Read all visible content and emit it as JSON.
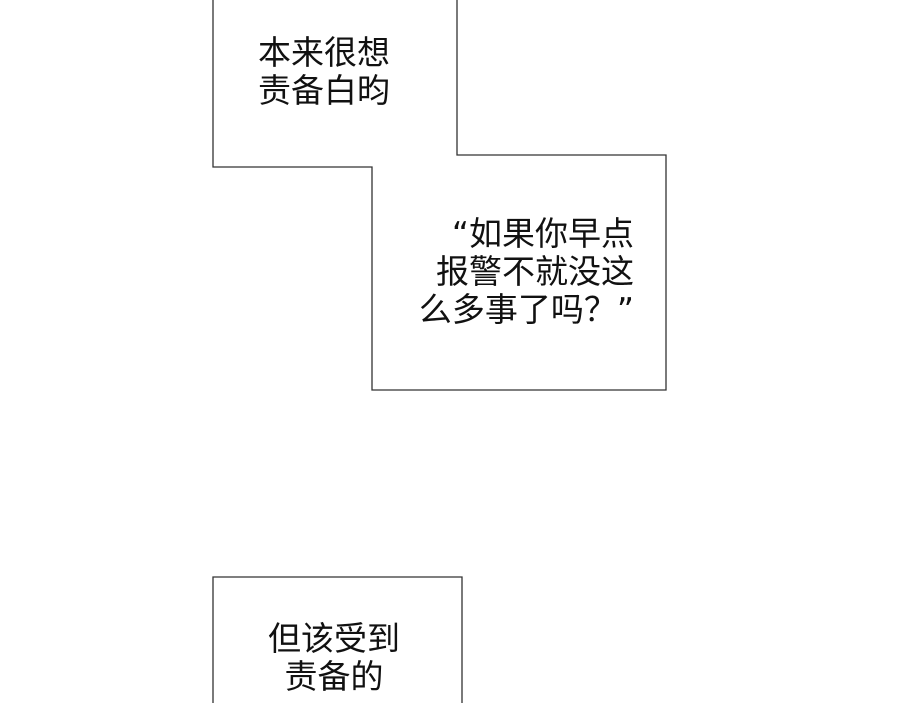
{
  "captions": [
    {
      "lines": [
        "本来很想",
        "责备白昀"
      ]
    },
    {
      "lines": [
        "“如果你早点",
        "报警不就没这",
        "么多事了吗？”"
      ]
    },
    {
      "lines": [
        "但该受到",
        "责备的"
      ]
    }
  ],
  "colors": {
    "border": "#333333",
    "background": "#ffffff",
    "text": "#111111"
  }
}
